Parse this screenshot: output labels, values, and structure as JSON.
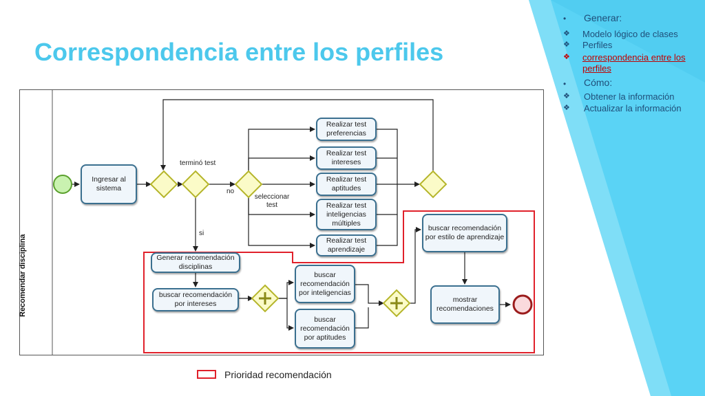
{
  "slide": {
    "title": "Correspondencia entre los perfiles"
  },
  "sidebar": {
    "generar": "Generar:",
    "items_generar": [
      "Modelo lógico de clases",
      "Perfiles",
      "correspondencia entre los",
      "perfiles"
    ],
    "como": "Cómo:",
    "items_como": [
      "Obtener la información",
      "Actualizar la información"
    ],
    "bullet_dot": "•",
    "bullet_diamond": "❖"
  },
  "diagram": {
    "lane_label": "Recomendar disciplina",
    "tasks": {
      "ingresar": "Ingresar al sistema",
      "test_preferencias": "Realizar test preferencias",
      "test_intereses": "Realizar test intereses",
      "test_aptitudes": "Realizar test aptitudes",
      "test_inteligencias": "Realizar test inteligencias múltiples",
      "test_aprendizaje": "Realizar test aprendizaje",
      "generar_recomendacion": "Generar recomendación disciplinas",
      "buscar_intereses": "buscar recomendación por intereses",
      "buscar_inteligencias": "buscar recomendación por inteligencias",
      "buscar_aptitudes": "buscar recomendación por aptitudes",
      "buscar_estilo": "buscar recomendación por estilo de aprendizaje",
      "mostrar": "mostrar recomendaciones"
    },
    "labels": {
      "termino_test": "terminó test",
      "no": "no",
      "si": "si",
      "seleccionar_test": "seleccionar test"
    }
  },
  "legend": {
    "label": "Prioridad recomendación",
    "color": "#e0202a"
  },
  "colors": {
    "title": "#4cc8ec",
    "accent_panel": "#5ad3f5",
    "gateway_fill": "#fbfbc8",
    "gateway_stroke": "#b5b52a",
    "task_border": "#3a6f8f"
  }
}
